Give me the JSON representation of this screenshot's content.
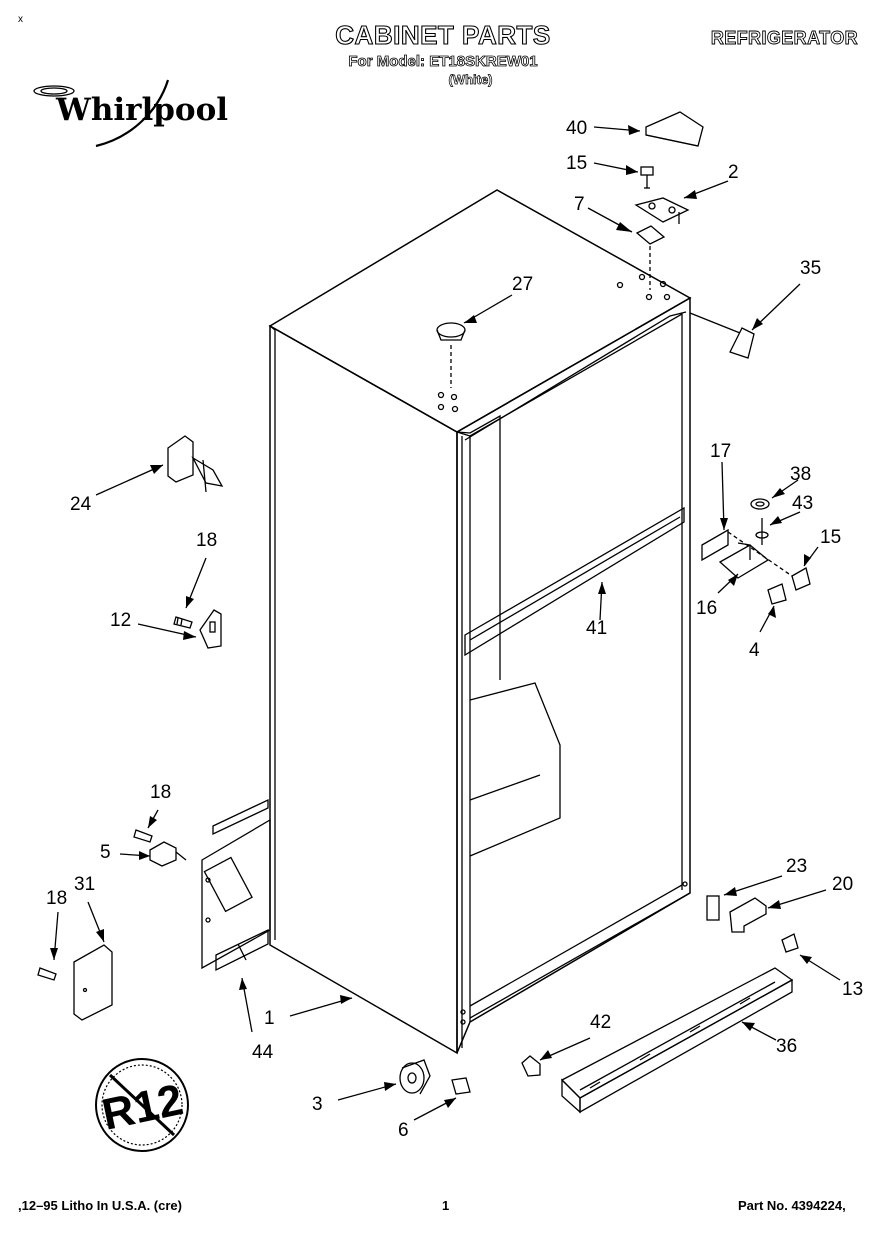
{
  "header": {
    "title": "CABINET PARTS",
    "model_line": "For Model: ET18SKREW01",
    "color_line": "(White)",
    "appliance": "REFRIGERATOR",
    "brand": "Whirlpool",
    "corner_mark": "x"
  },
  "callouts": {
    "c40": "40",
    "c15a": "15",
    "c2": "2",
    "c7": "7",
    "c35": "35",
    "c27": "27",
    "c17": "17",
    "c38": "38",
    "c43": "43",
    "c15b": "15",
    "c16": "16",
    "c4": "4",
    "c41": "41",
    "c24": "24",
    "c18a": "18",
    "c12": "12",
    "c18b": "18",
    "c5": "5",
    "c18c": "18",
    "c31": "31",
    "c23": "23",
    "c20": "20",
    "c13": "13",
    "c1": "1",
    "c44": "44",
    "c42": "42",
    "c36": "36",
    "c3": "3",
    "c6": "6"
  },
  "badge": {
    "text": "R12"
  },
  "footer": {
    "left": ",12–95 Litho In U.S.A. (cre)",
    "center": "1",
    "right": "Part No. 4394224,"
  }
}
